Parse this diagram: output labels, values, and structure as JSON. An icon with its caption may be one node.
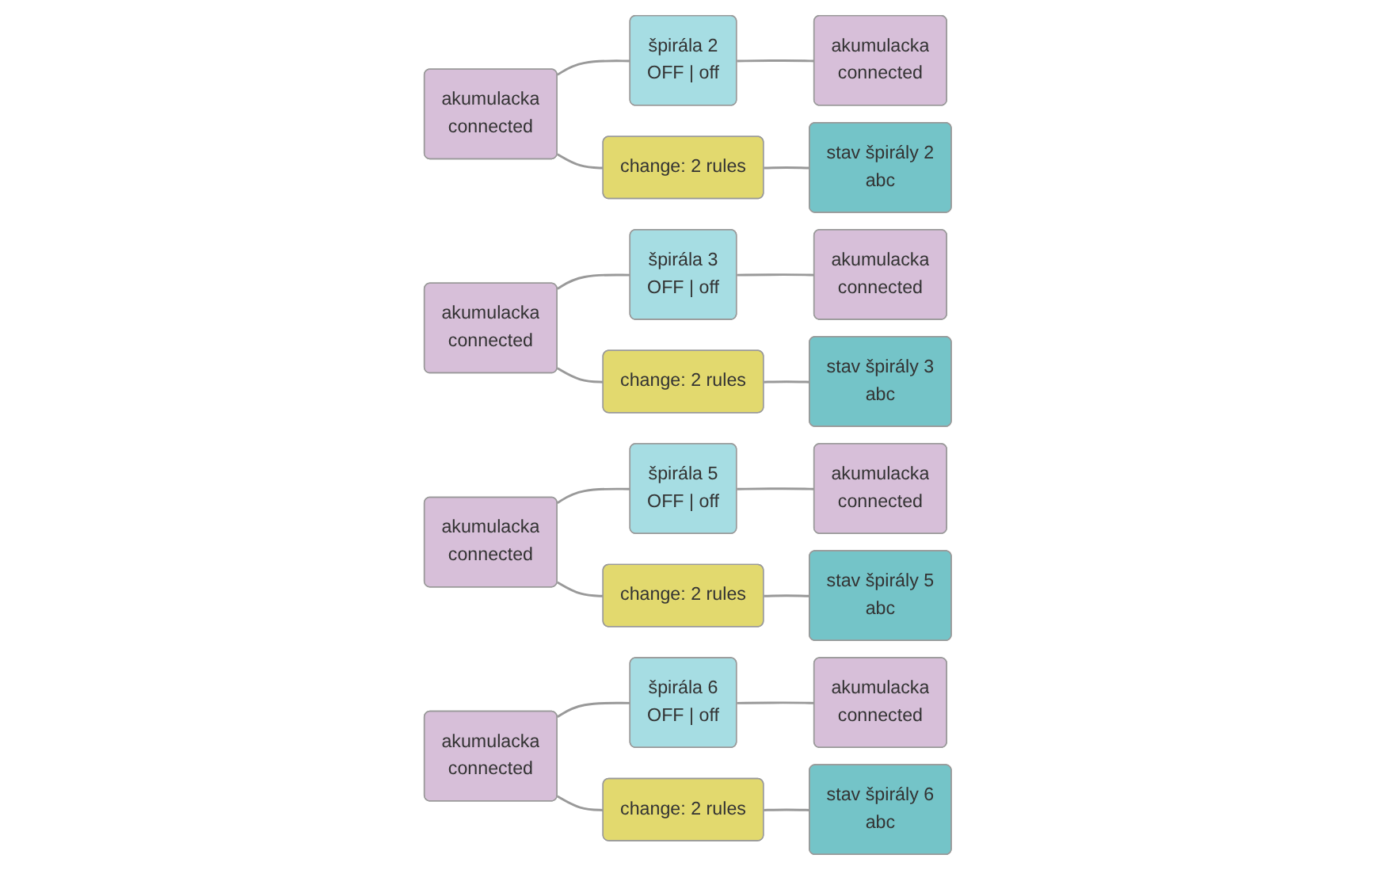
{
  "diagram": {
    "nodes": [
      {
        "text": [
          "akumulacka",
          "connected"
        ]
      },
      {
        "text": [
          "špirála 2",
          "OFF | off"
        ]
      },
      {
        "text": [
          "akumulacka",
          "connected"
        ]
      },
      {
        "text": [
          "change: 2 rules"
        ]
      },
      {
        "text": [
          "stav špirály 2",
          "abc"
        ]
      },
      {
        "text": [
          "akumulacka",
          "connected"
        ]
      },
      {
        "text": [
          "špirála 3",
          "OFF | off"
        ]
      },
      {
        "text": [
          "akumulacka",
          "connected"
        ]
      },
      {
        "text": [
          "change: 2 rules"
        ]
      },
      {
        "text": [
          "stav špirály 3",
          "abc"
        ]
      },
      {
        "text": [
          "akumulacka",
          "connected"
        ]
      },
      {
        "text": [
          "špirála 5",
          "OFF | off"
        ]
      },
      {
        "text": [
          "akumulacka",
          "connected"
        ]
      },
      {
        "text": [
          "change: 2 rules"
        ]
      },
      {
        "text": [
          "stav špirály 5",
          "abc"
        ]
      },
      {
        "text": [
          "akumulacka",
          "connected"
        ]
      },
      {
        "text": [
          "špirála 6",
          "OFF | off"
        ]
      },
      {
        "text": [
          "akumulacka",
          "connected"
        ]
      },
      {
        "text": [
          "change: 2 rules"
        ]
      },
      {
        "text": [
          "stav špirály 6",
          "abc"
        ]
      }
    ],
    "edges": [
      {
        "from": 0,
        "to": 1,
        "arrow": "none"
      },
      {
        "from": 0,
        "to": 3,
        "arrow": "none"
      },
      {
        "from": 1,
        "to": 2,
        "arrow": "none"
      },
      {
        "from": 3,
        "to": 4,
        "arrow": "none"
      },
      {
        "from": 5,
        "to": 6,
        "arrow": "none"
      },
      {
        "from": 5,
        "to": 8,
        "arrow": "none"
      },
      {
        "from": 6,
        "to": 7,
        "arrow": "none"
      },
      {
        "from": 8,
        "to": 9,
        "arrow": "none"
      },
      {
        "from": 10,
        "to": 11,
        "arrow": "none"
      },
      {
        "from": 10,
        "to": 13,
        "arrow": "none"
      },
      {
        "from": 11,
        "to": 12,
        "arrow": "none"
      },
      {
        "from": 13,
        "to": 14,
        "arrow": "none"
      },
      {
        "from": 15,
        "to": 16,
        "arrow": "none"
      },
      {
        "from": 15,
        "to": 18,
        "arrow": "none"
      },
      {
        "from": 16,
        "to": 17,
        "arrow": "none"
      },
      {
        "from": 18,
        "to": 19,
        "arrow": "none"
      }
    ]
  }
}
